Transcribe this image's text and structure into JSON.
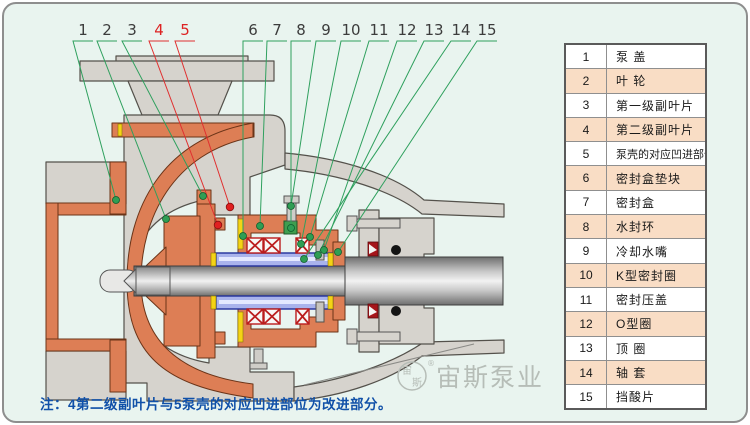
{
  "callouts": [
    {
      "label": "1"
    },
    {
      "label": "2"
    },
    {
      "label": "3"
    },
    {
      "label": "4"
    },
    {
      "label": "5"
    },
    {
      "label": "6"
    },
    {
      "label": "7"
    },
    {
      "label": "8"
    },
    {
      "label": "9"
    },
    {
      "label": "10"
    },
    {
      "label": "11"
    },
    {
      "label": "12"
    },
    {
      "label": "13"
    },
    {
      "label": "14"
    },
    {
      "label": "15"
    }
  ],
  "legend": {
    "rows": [
      {
        "no": "1",
        "name": "泵 盖"
      },
      {
        "no": "2",
        "name": "叶 轮"
      },
      {
        "no": "3",
        "name": "第一级副叶片"
      },
      {
        "no": "4",
        "name": "第二级副叶片"
      },
      {
        "no": "5",
        "name": "泵壳的对应凹进部位"
      },
      {
        "no": "6",
        "name": "密封盒垫块"
      },
      {
        "no": "7",
        "name": "密封盒"
      },
      {
        "no": "8",
        "name": "水封环"
      },
      {
        "no": "9",
        "name": "冷却水嘴"
      },
      {
        "no": "10",
        "name": "K型密封圈"
      },
      {
        "no": "11",
        "name": "密封压盖"
      },
      {
        "no": "12",
        "name": "O型圈"
      },
      {
        "no": "13",
        "name": "顶 圈"
      },
      {
        "no": "14",
        "name": "轴 套"
      },
      {
        "no": "15",
        "name": "挡酸片"
      }
    ]
  },
  "note": "注：4第二级副叶片与5泵壳的对应凹进部位为改进部分。",
  "watermark": {
    "text": "宙斯泵业",
    "logo_top": "宙",
    "logo_bottom": "斯",
    "reg": "®"
  },
  "colors": {
    "background": "#e9f4ef",
    "casing_gray": "#d6d3cd",
    "lining_orange": "#dd7e55",
    "sleeve_blue": "#a9b3ec",
    "packing_red": "#bb1d1d",
    "seal_green": "#3f9e4f",
    "gasket_yellow": "#f4d316",
    "leader_green": "#2fa05e",
    "leader_red": "#e03030",
    "table_row_peach": "#f9ddc5",
    "note_blue": "#1050a8"
  }
}
